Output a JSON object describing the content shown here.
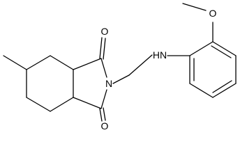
{
  "molecule": {
    "labels": {
      "carbonyl_top_oxygen": "O",
      "carbonyl_bottom_oxygen": "O",
      "imide_nitrogen": "N",
      "amine": "HN",
      "methoxy_oxygen": "O"
    }
  },
  "colors": {
    "bond": "#000000",
    "background": "#ffffff"
  }
}
